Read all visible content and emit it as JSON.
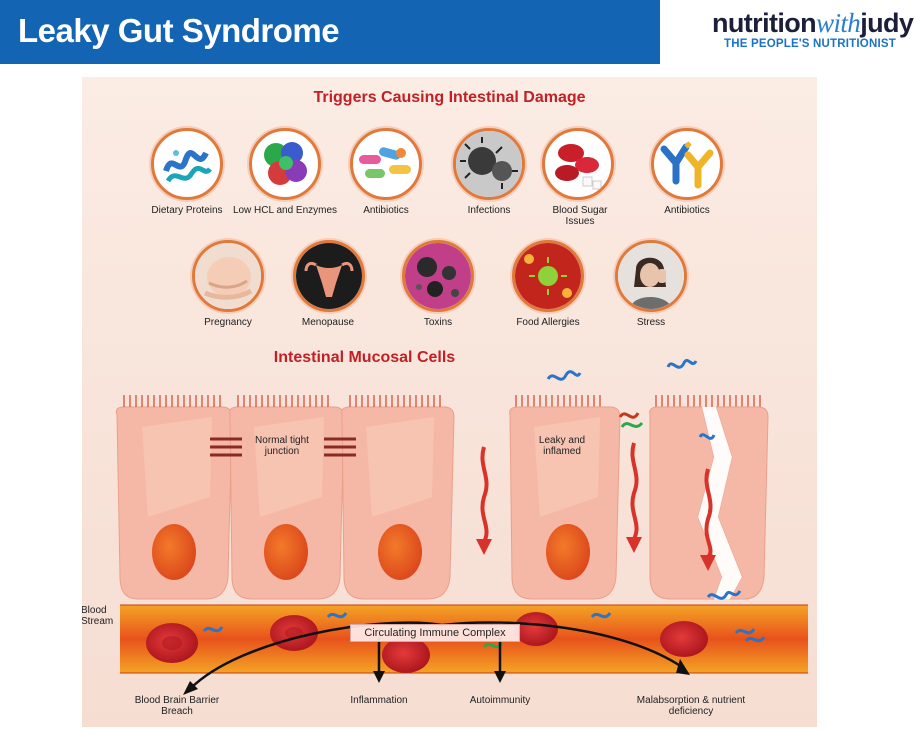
{
  "header": {
    "title": "Leaky Gut Syndrome",
    "brand_part1": "nutrition",
    "brand_part2": "with",
    "brand_part3": "judy",
    "brand_tagline": "THE PEOPLE'S NUTRITIONIST",
    "band_color": "#1464b4"
  },
  "triggers": {
    "title": "Triggers Causing Intestinal Damage",
    "row1": [
      {
        "label": "Dietary Proteins",
        "icon": "protein-molecule-icon"
      },
      {
        "label": "Low HCL and Enzymes",
        "icon": "enzyme-molecule-icon"
      },
      {
        "label": "Antibiotics",
        "icon": "pills-icon"
      },
      {
        "label": "Infections",
        "icon": "virus-icon"
      },
      {
        "label": "Blood Sugar Issues",
        "icon": "blood-sugar-icon"
      },
      {
        "label": "Antibiotics",
        "icon": "antibody-icon"
      }
    ],
    "row2": [
      {
        "label": "Pregnancy",
        "icon": "pregnancy-icon"
      },
      {
        "label": "Menopause",
        "icon": "uterus-icon"
      },
      {
        "label": "Toxins",
        "icon": "toxin-particles-icon"
      },
      {
        "label": "Food Allergies",
        "icon": "allergen-icon"
      },
      {
        "label": "Stress",
        "icon": "stressed-person-icon"
      }
    ]
  },
  "mucosa": {
    "title": "Intestinal Mucosal Cells",
    "normal_label": "Normal tight junction",
    "leaky_label": "Leaky and inflamed"
  },
  "blood": {
    "label": "Blood Stream",
    "immune_label": "Circulating Immune Complex",
    "outcomes": [
      "Blood Brain Barrier Breach",
      "Inflammation",
      "Autoimmunity",
      "Malabsorption & nutrient deficiency"
    ]
  },
  "colors": {
    "accent_red": "#c21f26",
    "icon_ring": "#e07a3c",
    "cell_fill": "#f6b8a6",
    "nucleus": "#e8551c"
  }
}
